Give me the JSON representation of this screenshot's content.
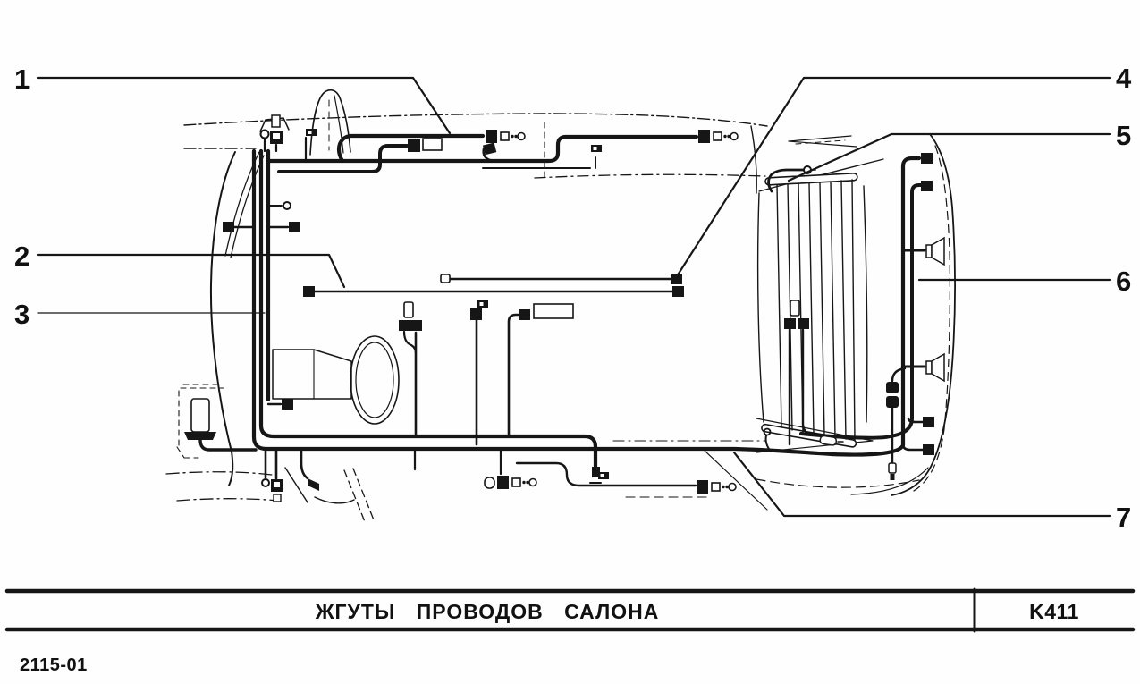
{
  "document": {
    "kind": "scanned service-manual wiring diagram page",
    "language": "ru",
    "paper_color": "#fefefe",
    "ink_color": "#161616"
  },
  "diagram": {
    "type": "diagram",
    "subject": "car interior plan view with wiring harnesses",
    "callouts": [
      "1",
      "2",
      "3",
      "4",
      "5",
      "6",
      "7"
    ],
    "icons": [
      "lamp-connector-icon",
      "square-connector-icon",
      "plug-outline-icon",
      "flag-terminal-icon",
      "ring-terminal-icon",
      "speaker-icon",
      "inline-connector-pair-icon",
      "relay-component-icon",
      "defroster-grid-icon"
    ]
  },
  "title_block": {
    "title": "ЖГУТЫ  ПРОВОДОВ  САЛОНА",
    "code": "K411"
  },
  "footer": {
    "document_number": "2115-01"
  }
}
